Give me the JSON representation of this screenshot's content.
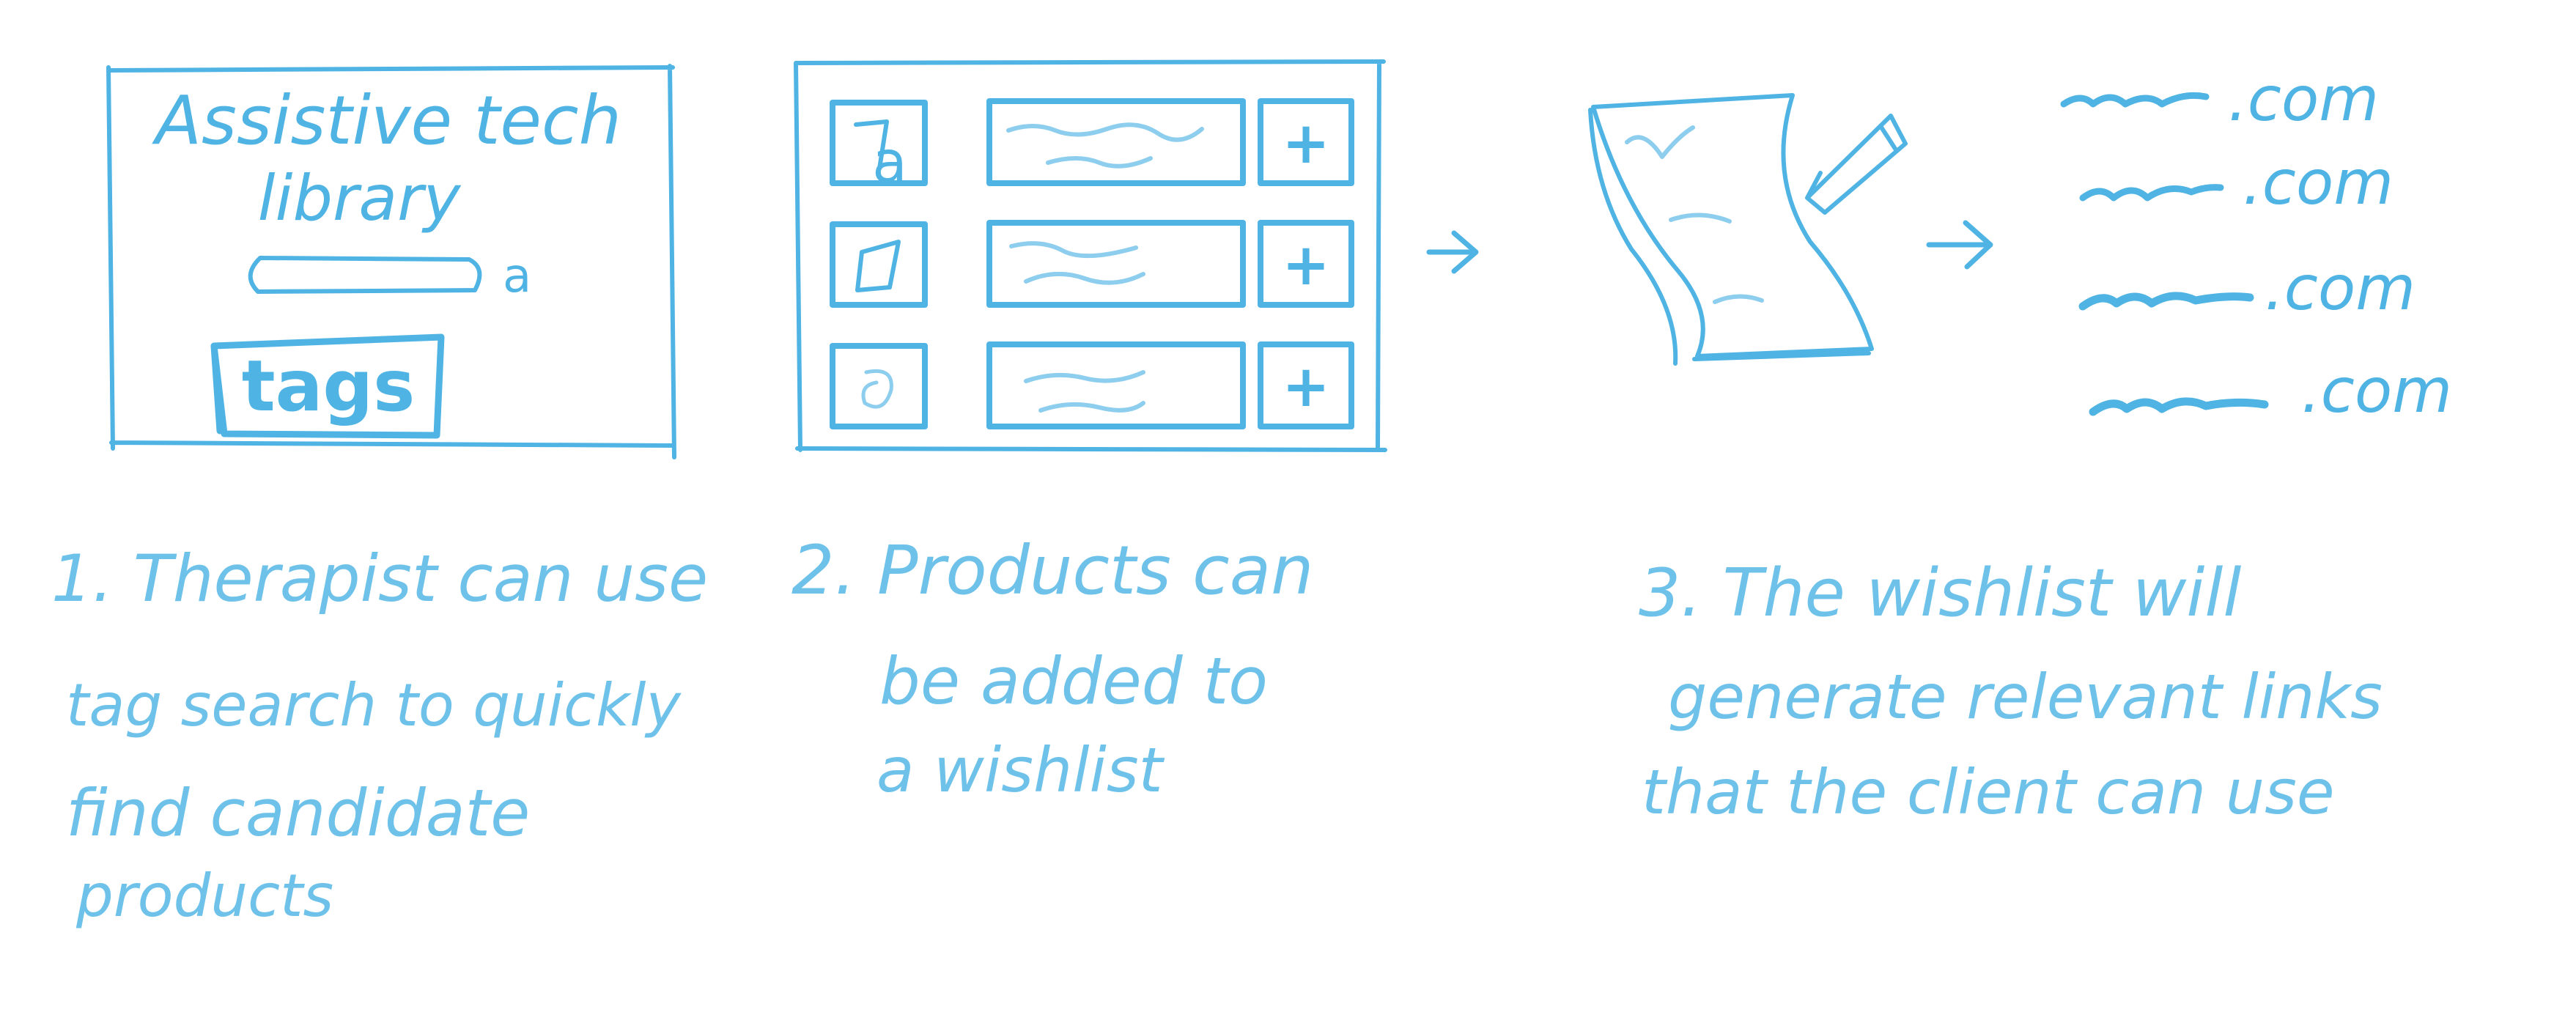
{
  "colors": {
    "ink": "#4fb3e3",
    "ink_light": "#8dcdee",
    "caption_ink": "#6ec2ea"
  },
  "panel1": {
    "title_line1": "Assistive tech",
    "title_line2": "library",
    "search_icon_glyph": "a",
    "tags_button_label": "tags"
  },
  "panel2": {
    "rows": [
      {
        "thumb_glyph": "a",
        "add_label": "+"
      },
      {
        "thumb_glyph": "",
        "add_label": "+"
      },
      {
        "thumb_glyph": "",
        "add_label": "+"
      }
    ]
  },
  "arrow_glyph": "->",
  "panel3": {
    "links": [
      ".com",
      ".com",
      ".com",
      ".com"
    ]
  },
  "captions": {
    "step1": [
      "1. Therapist can use",
      "tag search to quickly",
      "find candidate",
      "products"
    ],
    "step2": [
      "2. Products can",
      "be added to",
      "a wishlist"
    ],
    "step3": [
      "3. The wishlist will",
      "generate relevant links",
      "that the client can use"
    ]
  }
}
